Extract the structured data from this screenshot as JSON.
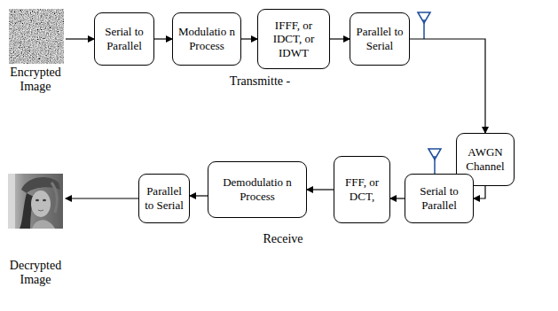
{
  "diagram": {
    "nodes": [
      {
        "text": [
          "Encrypted Image"
        ]
      },
      {
        "text": [
          "Serial to Parallel"
        ]
      },
      {
        "text": [
          "Modulatio n Process"
        ]
      },
      {
        "text": [
          "IFFF, or IDCT, or IDWT"
        ]
      },
      {
        "text": [
          "Parallel to Serial"
        ]
      },
      {
        "text": [
          "AWGN Channel"
        ]
      },
      {
        "text": [
          "Serial to Parallel"
        ]
      },
      {
        "text": [
          "FFF, or DCT,"
        ]
      },
      {
        "text": [
          "Demodulatio n Process"
        ]
      },
      {
        "text": [
          "Parallel to Serial"
        ]
      },
      {
        "text": [
          "Decrypted Image"
        ]
      }
    ],
    "edges": [
      {
        "from": 0,
        "to": 1,
        "arrow": "to"
      },
      {
        "from": 1,
        "to": 2,
        "arrow": "to"
      },
      {
        "from": 2,
        "to": 3,
        "arrow": "to"
      },
      {
        "from": 3,
        "to": 4,
        "arrow": "to"
      },
      {
        "from": 4,
        "to": 5,
        "arrow": "to"
      },
      {
        "from": 5,
        "to": 6,
        "arrow": "to"
      },
      {
        "from": 6,
        "to": 7,
        "arrow": "to"
      },
      {
        "from": 7,
        "to": 8,
        "arrow": "to"
      },
      {
        "from": 8,
        "to": 9,
        "arrow": "to"
      },
      {
        "from": 9,
        "to": 10,
        "arrow": "to"
      }
    ],
    "labels": [
      "Transmitte -",
      "Receive"
    ]
  }
}
